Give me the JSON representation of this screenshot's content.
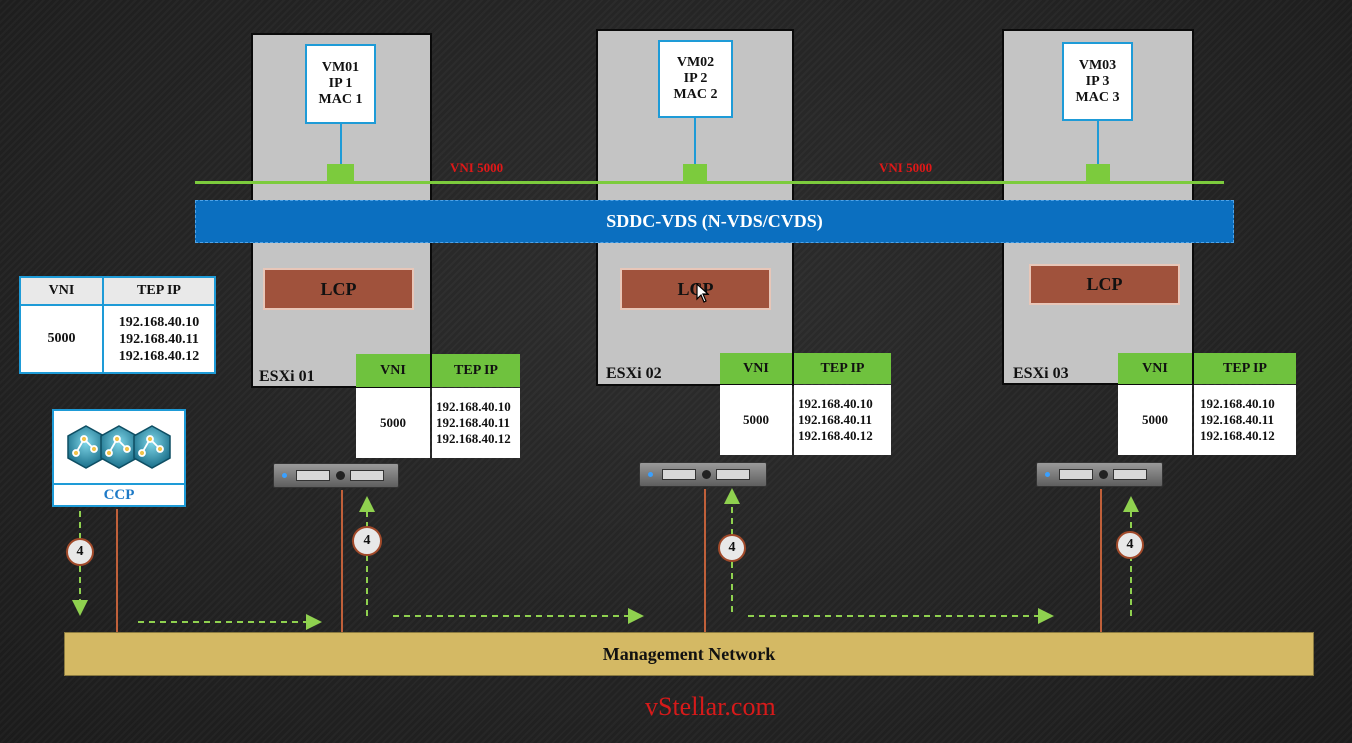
{
  "hosts": [
    {
      "label": "ESXi 01",
      "vm": {
        "name": "VM01",
        "ip": "IP 1",
        "mac": "MAC 1"
      },
      "lcp": "LCP",
      "table": {
        "col_vni": "VNI",
        "col_tep": "TEP IP",
        "vni": "5000",
        "ips": [
          "192.168.40.10",
          "192.168.40.11",
          "192.168.40.12"
        ]
      }
    },
    {
      "label": "ESXi 02",
      "vm": {
        "name": "VM02",
        "ip": "IP 2",
        "mac": "MAC 2"
      },
      "lcp": "LCP",
      "table": {
        "col_vni": "VNI",
        "col_tep": "TEP IP",
        "vni": "5000",
        "ips": [
          "192.168.40.10",
          "192.168.40.11",
          "192.168.40.12"
        ]
      }
    },
    {
      "label": "ESXi 03",
      "vm": {
        "name": "VM03",
        "ip": "IP 3",
        "mac": "MAC 3"
      },
      "lcp": "LCP",
      "table": {
        "col_vni": "VNI",
        "col_tep": "TEP IP",
        "vni": "5000",
        "ips": [
          "192.168.40.10",
          "192.168.40.11",
          "192.168.40.12"
        ]
      }
    }
  ],
  "vni_labels": [
    "VNI 5000",
    "VNI 5000"
  ],
  "vds_label": "SDDC-VDS (N-VDS/CVDS)",
  "ccp_table": {
    "col_vni": "VNI",
    "col_tep": "TEP IP",
    "vni": "5000",
    "ips": [
      "192.168.40.10",
      "192.168.40.11",
      "192.168.40.12"
    ]
  },
  "ccp": {
    "label": "CCP",
    "icon": "controller-cluster-icon"
  },
  "step_badges": [
    "4",
    "4",
    "4",
    "4"
  ],
  "management_network": "Management Network",
  "footer": "vStellar.com",
  "colors": {
    "logical_switch": "#7ccb3d",
    "vds": "#0b6fc0",
    "lcp": "#a0523c",
    "management": "#d4b964",
    "vni_text": "#e01818",
    "footer": "#d71a1a",
    "arrow": "#8fd14f",
    "link": "#c0603a"
  }
}
